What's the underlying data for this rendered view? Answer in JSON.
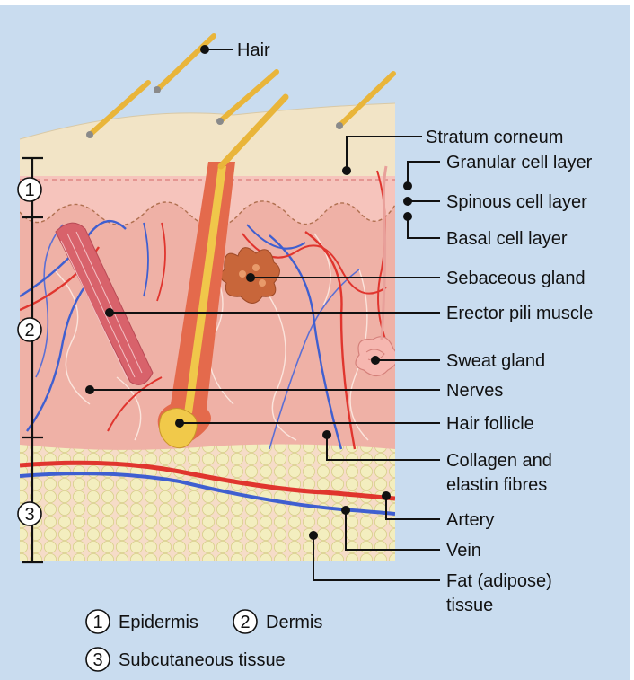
{
  "diagram": {
    "labels": {
      "hair": "Hair",
      "stratum_corneum": "Stratum corneum",
      "granular": "Granular cell layer",
      "spinous": "Spinous cell layer",
      "basal": "Basal cell layer",
      "sebaceous": "Sebaceous gland",
      "erector": "Erector pili muscle",
      "sweat": "Sweat gland",
      "nerves": "Nerves",
      "follicle": "Hair follicle",
      "collagen_1": "Collagen and",
      "collagen_2": "elastin fibres",
      "artery": "Artery",
      "vein": "Vein",
      "fat_1": "Fat (adipose)",
      "fat_2": "tissue"
    },
    "layer_numbers": [
      "1",
      "2",
      "3"
    ],
    "legend": [
      {
        "num": "1",
        "text": "Epidermis"
      },
      {
        "num": "2",
        "text": "Dermis"
      },
      {
        "num": "3",
        "text": "Subcutaneous tissue"
      }
    ],
    "colors": {
      "background": "#c9dcef",
      "epidermis": "#f4bdb6",
      "dermis": "#efb1a6",
      "fat": "#f3edbe",
      "artery": "#e0352e",
      "vein": "#3f5fd0",
      "hair": "#e9b53a",
      "muscle": "#d8626b"
    }
  }
}
